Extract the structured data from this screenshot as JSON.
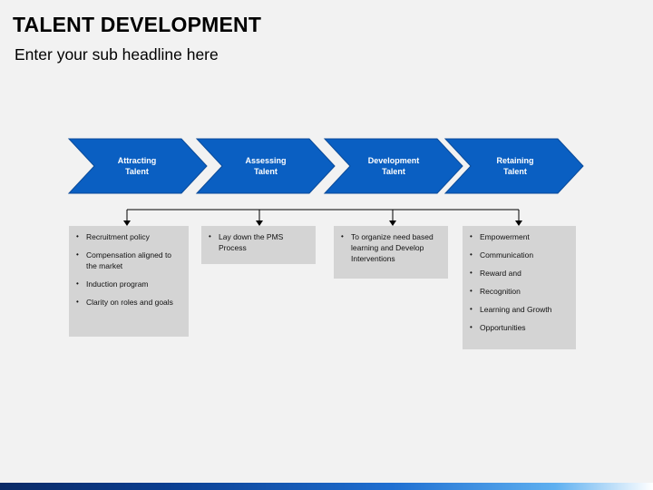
{
  "header": {
    "title": "TALENT DEVELOPMENT",
    "subtitle": "Enter your sub headline here"
  },
  "colors": {
    "chevron_fill": "#0a5fc2",
    "chevron_stroke": "#0a4a99",
    "box_fill": "#d4d4d4",
    "background": "#f2f2f2",
    "connector": "#000000"
  },
  "steps": [
    {
      "label_line1": "Attracting",
      "label_line2": "Talent",
      "items": [
        "Recruitment policy",
        "Compensation aligned to the market",
        "Induction program",
        "Clarity on roles and goals"
      ]
    },
    {
      "label_line1": "Assessing",
      "label_line2": "Talent",
      "items": [
        "Lay down the PMS Process"
      ]
    },
    {
      "label_line1": "Development",
      "label_line2": "Talent",
      "items": [
        "To organize need based learning and Develop Interventions"
      ]
    },
    {
      "label_line1": "Retaining",
      "label_line2": "Talent",
      "items": [
        "Empowerment",
        "Communication",
        "Reward and",
        "Recognition",
        "Learning and Growth",
        "Opportunities"
      ]
    }
  ]
}
